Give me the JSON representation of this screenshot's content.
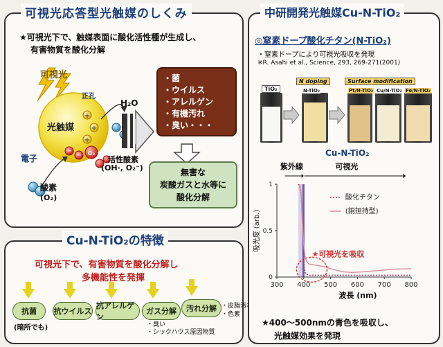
{
  "left_top": {
    "title": "可視光応答型光触媒のしくみ",
    "intro_line1": "★可視光下で、触媒表面に酸化活性種が生成し、",
    "intro_line2": "有害物質を酸化分解",
    "labels": {
      "visible_light": "可視光",
      "hole": "正孔",
      "h2o": "H₂O",
      "photocatalyst": "光触媒",
      "electron": "電子",
      "active_oxygen": "活性酸素",
      "active_oxygen_formula": "(OH·, O₂⁻)",
      "oxygen": "酸素",
      "oxygen_formula": "(O₂)",
      "o2_small": "O₂",
      "h_plus": "+",
      "e_minus": "−"
    },
    "targets": [
      "・菌",
      "・ウイルス",
      "・アレルゲン",
      "・有機汚れ",
      "・臭い・・・"
    ],
    "result_lines": [
      "無害な",
      "炭酸ガスと水等に",
      "酸化分解"
    ]
  },
  "left_bottom": {
    "title": "Cu-N-TiO₂の特徴",
    "line1": "可視光下で、有害物質を酸化分解し",
    "line2": "多機能性を発揮",
    "features": [
      {
        "label": "抗菌",
        "note": "(暗所でも)"
      },
      {
        "label": "抗ウイルス",
        "note": ""
      },
      {
        "label": "抗アレルゲン",
        "note": ""
      },
      {
        "label": "ガス分解",
        "note": "・臭い\n・シックハウス原因物質"
      },
      {
        "label": "汚れ分解",
        "note": "・皮脂汚れ\n・色素"
      }
    ]
  },
  "right": {
    "title": "中研開発光触媒Cu-N-TiO₂",
    "subtitle": "◎窒素ドープ酸化チタン(N-TiO₂)",
    "bullet": "・窒素ドープにより可視光吸収を発現",
    "reference": "※R. Asahi et al., Science, 293, 269-271(2001)",
    "vial_labels": [
      "TiO₂",
      "N doping",
      "Surface modification"
    ],
    "vials": [
      "TiO₂",
      "N-TiO₂",
      "Pt/N-TiO₂",
      "Cu/N-TiO₂",
      "Fe/N-TiO₂"
    ],
    "product_name": "Cu-N-TiO₂",
    "conclusion_line1": "★400～500nmの青色を吸収し、",
    "conclusion_line2": "光触媒効果を発現",
    "colors": {
      "accent_blue": "#1d3e7a",
      "accent_red": "#d42b2b"
    }
  },
  "chart_data": {
    "type": "line",
    "xlabel": "波長 (nm)",
    "ylabel": "吸光度 (arb.)",
    "xlim": [
      300,
      800
    ],
    "ylim": [
      0,
      1.0
    ],
    "x_ticks": [
      300,
      400,
      500,
      600,
      700,
      800
    ],
    "y_ticks": [
      0,
      0.5,
      1.0
    ],
    "region_labels": [
      "紫外線",
      "可視光"
    ],
    "annotation": "★可視光を吸収",
    "series": [
      {
        "name": "酸化チタン",
        "style": "dotted",
        "color": "#b03060",
        "x": [
          380,
          385,
          390,
          395,
          398,
          400,
          402,
          405,
          410,
          420,
          450,
          500,
          600,
          700,
          800
        ],
        "y": [
          1.0,
          0.98,
          0.9,
          0.6,
          0.35,
          0.2,
          0.1,
          0.05,
          0.03,
          0.02,
          0.02,
          0.02,
          0.02,
          0.02,
          0.02
        ]
      },
      {
        "name": "(銅担持型)",
        "style": "solid",
        "color": "#d78a9a",
        "x": [
          385,
          390,
          395,
          400,
          405,
          410,
          420,
          440,
          460,
          480,
          500,
          520,
          550,
          580,
          620,
          680,
          740,
          800
        ],
        "y": [
          1.0,
          0.92,
          0.6,
          0.35,
          0.22,
          0.17,
          0.14,
          0.13,
          0.12,
          0.11,
          0.09,
          0.075,
          0.055,
          0.05,
          0.055,
          0.07,
          0.085,
          0.09
        ]
      }
    ]
  }
}
